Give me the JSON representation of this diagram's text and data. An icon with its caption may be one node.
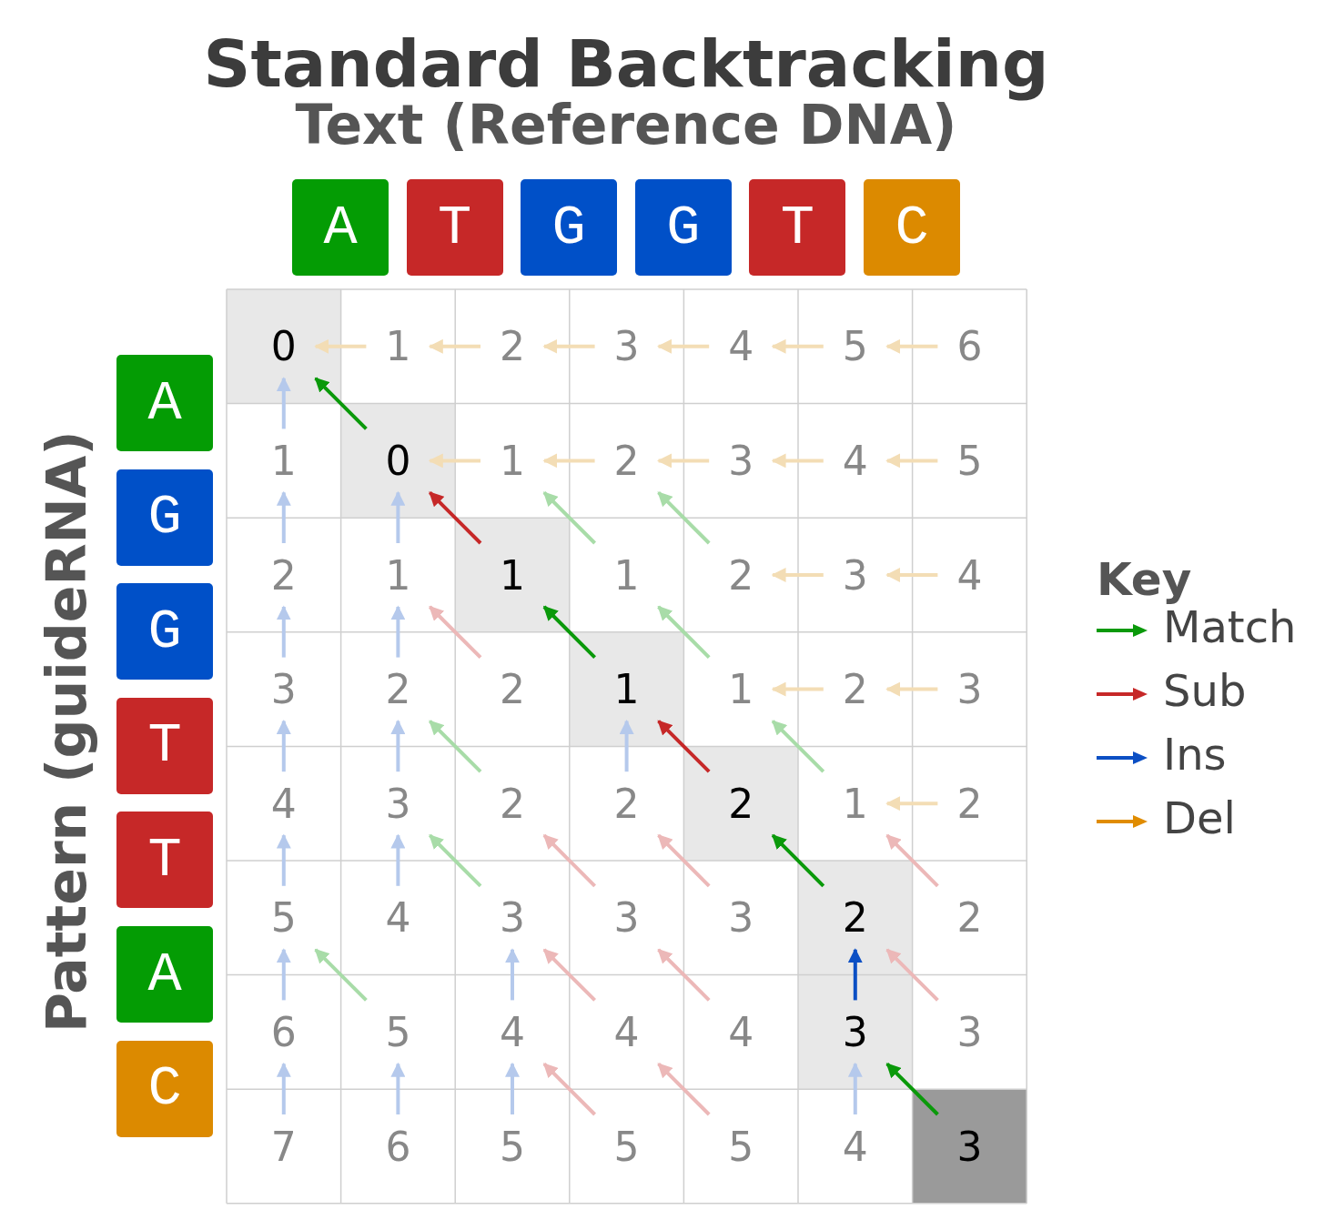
{
  "diagram": {
    "title": "Standard Backtracking",
    "nodes": [
      {
        "text": [
          "A"
        ]
      },
      {
        "text": [
          "T"
        ]
      },
      {
        "text": [
          "G"
        ]
      },
      {
        "text": [
          "G"
        ]
      },
      {
        "text": [
          "T"
        ]
      },
      {
        "text": [
          "C"
        ]
      },
      {
        "text": [
          "A"
        ]
      },
      {
        "text": [
          "G"
        ]
      },
      {
        "text": [
          "G"
        ]
      },
      {
        "text": [
          "T"
        ]
      },
      {
        "text": [
          "T"
        ]
      },
      {
        "text": [
          "A"
        ]
      },
      {
        "text": [
          "C"
        ]
      },
      {
        "text": [
          "0"
        ]
      },
      {
        "text": [
          "1"
        ]
      },
      {
        "text": [
          "2"
        ]
      },
      {
        "text": [
          "3"
        ]
      },
      {
        "text": [
          "4"
        ]
      },
      {
        "text": [
          "5"
        ]
      },
      {
        "text": [
          "6"
        ]
      },
      {
        "text": [
          "1"
        ]
      },
      {
        "text": [
          "0"
        ]
      },
      {
        "text": [
          "1"
        ]
      },
      {
        "text": [
          "2"
        ]
      },
      {
        "text": [
          "3"
        ]
      },
      {
        "text": [
          "4"
        ]
      },
      {
        "text": [
          "5"
        ]
      },
      {
        "text": [
          "2"
        ]
      },
      {
        "text": [
          "1"
        ]
      },
      {
        "text": [
          "1"
        ]
      },
      {
        "text": [
          "1"
        ]
      },
      {
        "text": [
          "2"
        ]
      },
      {
        "text": [
          "3"
        ]
      },
      {
        "text": [
          "4"
        ]
      },
      {
        "text": [
          "3"
        ]
      },
      {
        "text": [
          "2"
        ]
      },
      {
        "text": [
          "2"
        ]
      },
      {
        "text": [
          "1"
        ]
      },
      {
        "text": [
          "1"
        ]
      },
      {
        "text": [
          "2"
        ]
      },
      {
        "text": [
          "3"
        ]
      },
      {
        "text": [
          "4"
        ]
      },
      {
        "text": [
          "3"
        ]
      },
      {
        "text": [
          "2"
        ]
      },
      {
        "text": [
          "2"
        ]
      },
      {
        "text": [
          "2"
        ]
      },
      {
        "text": [
          "1"
        ]
      },
      {
        "text": [
          "2"
        ]
      },
      {
        "text": [
          "5"
        ]
      },
      {
        "text": [
          "4"
        ]
      },
      {
        "text": [
          "3"
        ]
      },
      {
        "text": [
          "3"
        ]
      },
      {
        "text": [
          "3"
        ]
      },
      {
        "text": [
          "2"
        ]
      },
      {
        "text": [
          "2"
        ]
      },
      {
        "text": [
          "6"
        ]
      },
      {
        "text": [
          "5"
        ]
      },
      {
        "text": [
          "4"
        ]
      },
      {
        "text": [
          "4"
        ]
      },
      {
        "text": [
          "4"
        ]
      },
      {
        "text": [
          "3"
        ]
      },
      {
        "text": [
          "3"
        ]
      },
      {
        "text": [
          "7"
        ]
      },
      {
        "text": [
          "6"
        ]
      },
      {
        "text": [
          "5"
        ]
      },
      {
        "text": [
          "5"
        ]
      },
      {
        "text": [
          "5"
        ]
      },
      {
        "text": [
          "4"
        ]
      },
      {
        "text": [
          "3"
        ]
      }
    ],
    "edges": [
      {
        "from": 14,
        "to": 13,
        "arrow": "to",
        "color": "#f3ddb5"
      },
      {
        "from": 15,
        "to": 14,
        "arrow": "to",
        "color": "#f3ddb5"
      },
      {
        "from": 16,
        "to": 15,
        "arrow": "to",
        "color": "#f3ddb5"
      },
      {
        "from": 17,
        "to": 16,
        "arrow": "to",
        "color": "#f3ddb5"
      },
      {
        "from": 18,
        "to": 17,
        "arrow": "to",
        "color": "#f3ddb5"
      },
      {
        "from": 19,
        "to": 18,
        "arrow": "to",
        "color": "#f3ddb5"
      },
      {
        "from": 20,
        "to": 13,
        "arrow": "to",
        "color": "#b5c9ec"
      },
      {
        "from": 21,
        "to": 13,
        "arrow": "to",
        "color": "#0a990a"
      },
      {
        "from": 22,
        "to": 21,
        "arrow": "to",
        "color": "#f3ddb5"
      },
      {
        "from": 23,
        "to": 22,
        "arrow": "to",
        "color": "#f3ddb5"
      },
      {
        "from": 24,
        "to": 23,
        "arrow": "to",
        "color": "#f3ddb5"
      },
      {
        "from": 25,
        "to": 24,
        "arrow": "to",
        "color": "#f3ddb5"
      },
      {
        "from": 26,
        "to": 25,
        "arrow": "to",
        "color": "#f3ddb5"
      },
      {
        "from": 27,
        "to": 20,
        "arrow": "to",
        "color": "#b5c9ec"
      },
      {
        "from": 28,
        "to": 21,
        "arrow": "to",
        "color": "#b5c9ec"
      },
      {
        "from": 29,
        "to": 21,
        "arrow": "to",
        "color": "#c62828"
      },
      {
        "from": 30,
        "to": 22,
        "arrow": "to",
        "color": "#a8dca8"
      },
      {
        "from": 31,
        "to": 23,
        "arrow": "to",
        "color": "#a8dca8"
      },
      {
        "from": 32,
        "to": 31,
        "arrow": "to",
        "color": "#f3ddb5"
      },
      {
        "from": 33,
        "to": 32,
        "arrow": "to",
        "color": "#f3ddb5"
      },
      {
        "from": 34,
        "to": 27,
        "arrow": "to",
        "color": "#b5c9ec"
      },
      {
        "from": 35,
        "to": 28,
        "arrow": "to",
        "color": "#b5c9ec"
      },
      {
        "from": 36,
        "to": 28,
        "arrow": "to",
        "color": "#ecb8b8"
      },
      {
        "from": 37,
        "to": 29,
        "arrow": "to",
        "color": "#0a990a"
      },
      {
        "from": 38,
        "to": 30,
        "arrow": "to",
        "color": "#a8dca8"
      },
      {
        "from": 39,
        "to": 38,
        "arrow": "to",
        "color": "#f3ddb5"
      },
      {
        "from": 40,
        "to": 39,
        "arrow": "to",
        "color": "#f3ddb5"
      },
      {
        "from": 41,
        "to": 34,
        "arrow": "to",
        "color": "#b5c9ec"
      },
      {
        "from": 42,
        "to": 35,
        "arrow": "to",
        "color": "#b5c9ec"
      },
      {
        "from": 43,
        "to": 35,
        "arrow": "to",
        "color": "#a8dca8"
      },
      {
        "from": 44,
        "to": 37,
        "arrow": "to",
        "color": "#b5c9ec"
      },
      {
        "from": 45,
        "to": 37,
        "arrow": "to",
        "color": "#c62828"
      },
      {
        "from": 46,
        "to": 38,
        "arrow": "to",
        "color": "#a8dca8"
      },
      {
        "from": 47,
        "to": 46,
        "arrow": "to",
        "color": "#f3ddb5"
      },
      {
        "from": 48,
        "to": 41,
        "arrow": "to",
        "color": "#b5c9ec"
      },
      {
        "from": 49,
        "to": 42,
        "arrow": "to",
        "color": "#b5c9ec"
      },
      {
        "from": 50,
        "to": 42,
        "arrow": "to",
        "color": "#a8dca8"
      },
      {
        "from": 51,
        "to": 43,
        "arrow": "to",
        "color": "#ecb8b8"
      },
      {
        "from": 52,
        "to": 44,
        "arrow": "to",
        "color": "#ecb8b8"
      },
      {
        "from": 53,
        "to": 45,
        "arrow": "to",
        "color": "#0a990a"
      },
      {
        "from": 54,
        "to": 46,
        "arrow": "to",
        "color": "#ecb8b8"
      },
      {
        "from": 55,
        "to": 48,
        "arrow": "to",
        "color": "#b5c9ec"
      },
      {
        "from": 56,
        "to": 48,
        "arrow": "to",
        "color": "#a8dca8"
      },
      {
        "from": 57,
        "to": 50,
        "arrow": "to",
        "color": "#b5c9ec"
      },
      {
        "from": 58,
        "to": 50,
        "arrow": "to",
        "color": "#ecb8b8"
      },
      {
        "from": 59,
        "to": 51,
        "arrow": "to",
        "color": "#ecb8b8"
      },
      {
        "from": 60,
        "to": 53,
        "arrow": "to",
        "color": "#0b4fc4"
      },
      {
        "from": 61,
        "to": 53,
        "arrow": "to",
        "color": "#ecb8b8"
      },
      {
        "from": 62,
        "to": 55,
        "arrow": "to",
        "color": "#b5c9ec"
      },
      {
        "from": 63,
        "to": 56,
        "arrow": "to",
        "color": "#b5c9ec"
      },
      {
        "from": 64,
        "to": 57,
        "arrow": "to",
        "color": "#b5c9ec"
      },
      {
        "from": 65,
        "to": 57,
        "arrow": "to",
        "color": "#ecb8b8"
      },
      {
        "from": 66,
        "to": 58,
        "arrow": "to",
        "color": "#ecb8b8"
      },
      {
        "from": 67,
        "to": 60,
        "arrow": "to",
        "color": "#b5c9ec"
      },
      {
        "from": 68,
        "to": 60,
        "arrow": "to",
        "color": "#0a990a"
      }
    ],
    "labels": [
      "Text (Reference DNA)",
      "Pattern (guideRNA)",
      "Key"
    ],
    "legend": [
      {
        "text": "Match",
        "color": "#0a990a"
      },
      {
        "text": "Sub",
        "color": "#c62828"
      },
      {
        "text": "Ins",
        "color": "#0b4fc4"
      },
      {
        "text": "Del",
        "color": "#e08c00"
      }
    ]
  }
}
